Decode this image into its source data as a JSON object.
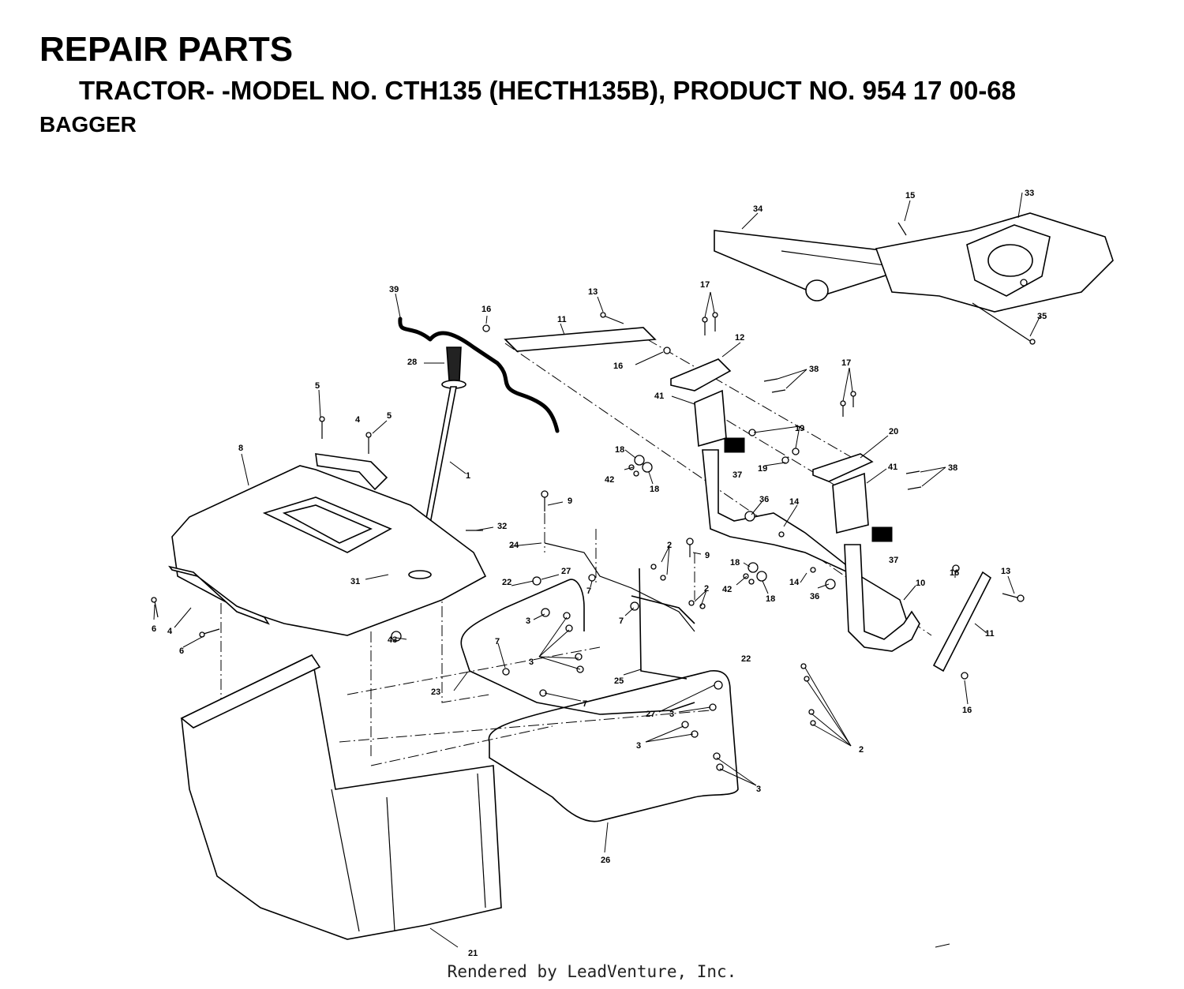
{
  "header": {
    "title": "REPAIR PARTS",
    "subtitle": "TRACTOR- -MODEL NO. CTH135 (HECTH135B), PRODUCT NO. 954 17 00-68",
    "section": "BAGGER"
  },
  "footer": {
    "credit": "Rendered by LeadVenture, Inc."
  },
  "callouts": {
    "c1": "1",
    "c2": "2",
    "c3": "3",
    "c4": "4",
    "c5": "5",
    "c6": "6",
    "c7": "7",
    "c8": "8",
    "c9": "9",
    "c10": "10",
    "c11": "11",
    "c12": "12",
    "c13": "13",
    "c14": "14",
    "c15": "15",
    "c16": "16",
    "c17": "17",
    "c18": "18",
    "c19": "19",
    "c20": "20",
    "c21": "21",
    "c22": "22",
    "c23": "23",
    "c24": "24",
    "c25": "25",
    "c26": "26",
    "c27": "27",
    "c28": "28",
    "c31": "31",
    "c32": "32",
    "c33": "33",
    "c34": "34",
    "c35": "35",
    "c36": "36",
    "c37": "37",
    "c38": "38",
    "c39": "39",
    "c41": "41",
    "c42": "42",
    "c43": "43"
  }
}
